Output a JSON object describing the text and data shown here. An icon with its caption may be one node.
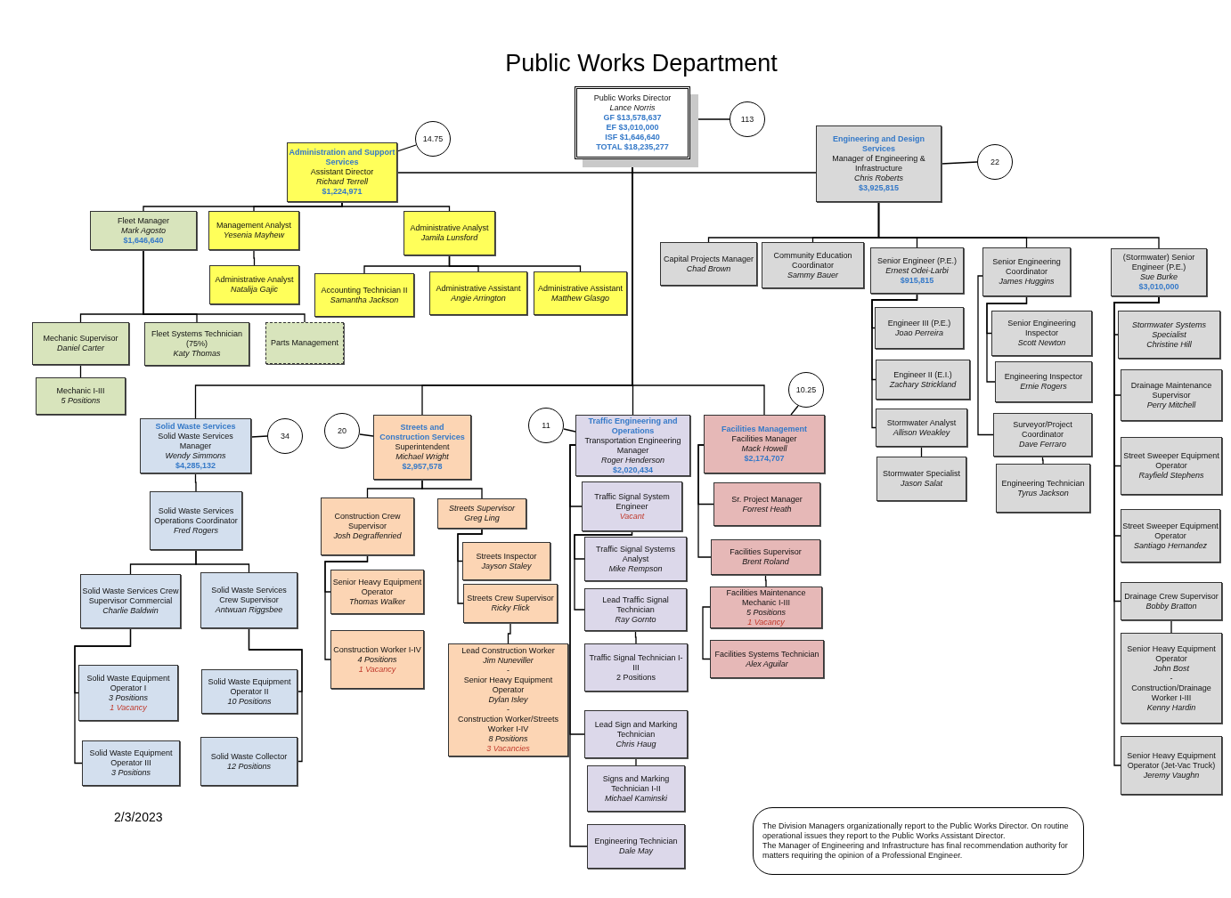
{
  "diagram": {
    "title": "Public Works Department",
    "nodes": [
      {
        "text": [
          "Public Works Director",
          "Lance Norris",
          "GF $13,578,637",
          "EF $3,010,000",
          "ISF $1,646,640",
          "TOTAL $18,235,277"
        ]
      },
      {
        "text": [
          "113"
        ]
      },
      {
        "text": [
          "Administration and Support Services",
          "Assistant Director",
          "Richard Terrell",
          "$1,224,971"
        ]
      },
      {
        "text": [
          "14.75"
        ]
      },
      {
        "text": [
          "Engineering and Design Services",
          "Manager of Engineering & Infrastructure",
          "Chris Roberts",
          "$3,925,815"
        ]
      },
      {
        "text": [
          "22"
        ]
      },
      {
        "text": [
          "Fleet Manager",
          "Mark Agosto",
          "$1,646,640"
        ]
      },
      {
        "text": [
          "Management Analyst",
          "Yesenia Mayhew"
        ]
      },
      {
        "text": [
          "Administrative Analyst",
          "Jamila Lunsford"
        ]
      },
      {
        "text": [
          "Administrative Analyst",
          "Natalija Gajic"
        ]
      },
      {
        "text": [
          "Accounting Technician II",
          "Samantha Jackson"
        ]
      },
      {
        "text": [
          "Administrative Assistant",
          "Angie Arrington"
        ]
      },
      {
        "text": [
          "Administrative Assistant",
          "Matthew Glasgo"
        ]
      },
      {
        "text": [
          "Mechanic Supervisor",
          "Daniel Carter"
        ]
      },
      {
        "text": [
          "Fleet Systems Technician",
          "(75%)",
          "Katy Thomas"
        ]
      },
      {
        "text": [
          "Parts Management"
        ]
      },
      {
        "text": [
          "Mechanic I-III",
          "5 Positions"
        ]
      },
      {
        "text": [
          "Capital Projects Manager",
          "Chad Brown"
        ]
      },
      {
        "text": [
          "Community Education Coordinator",
          "Sammy Bauer"
        ]
      },
      {
        "text": [
          "Senior Engineer (P.E.)",
          "Ernest Odei-Larbi",
          "$915,815"
        ]
      },
      {
        "text": [
          "Senior Engineering Coordinator",
          "James Huggins"
        ]
      },
      {
        "text": [
          "(Stormwater) Senior Engineer (P.E.)",
          "Sue Burke",
          "$3,010,000"
        ]
      },
      {
        "text": [
          "Engineer III (P.E.)",
          "Joao Perreira"
        ]
      },
      {
        "text": [
          "Engineer II (E.I.)",
          "Zachary Strickland"
        ]
      },
      {
        "text": [
          "Stormwater Analyst",
          "Allison Weakley"
        ]
      },
      {
        "text": [
          "Stormwater Specialist",
          "Jason Salat"
        ]
      },
      {
        "text": [
          "Senior Engineering Inspector",
          "Scott Newton"
        ]
      },
      {
        "text": [
          "Engineering Inspector",
          "Ernie Rogers"
        ]
      },
      {
        "text": [
          "Surveyor/Project Coordinator",
          "Dave Ferraro"
        ]
      },
      {
        "text": [
          "Engineering Technician",
          "Tyrus Jackson"
        ]
      },
      {
        "text": [
          "Stormwater Systems Specialist",
          "Christine Hill"
        ]
      },
      {
        "text": [
          "Drainage Maintenance Supervisor",
          "Perry Mitchell"
        ]
      },
      {
        "text": [
          "Street Sweeper Equipment Operator",
          "Rayfield Stephens"
        ]
      },
      {
        "text": [
          "Street Sweeper Equipment Operator",
          "Santiago Hernandez"
        ]
      },
      {
        "text": [
          "Drainage Crew Supervisor",
          "Bobby Bratton"
        ]
      },
      {
        "text": [
          "Senior Heavy Equipment Operator",
          "John Bost",
          "-",
          "Construction/Drainage Worker I-III",
          "Kenny Hardin"
        ]
      },
      {
        "text": [
          "Senior Heavy Equipment Operator (Jet-Vac Truck)",
          "Jeremy Vaughn"
        ]
      },
      {
        "text": [
          "Solid Waste Services",
          "Solid Waste Services Manager",
          "Wendy Simmons",
          "$4,285,132"
        ]
      },
      {
        "text": [
          "34"
        ]
      },
      {
        "text": [
          "20"
        ]
      },
      {
        "text": [
          "Streets and Construction Services",
          "Superintendent",
          "Michael Wright",
          "$2,957,578"
        ]
      },
      {
        "text": [
          "11"
        ]
      },
      {
        "text": [
          "Traffic Engineering and Operations",
          "Transportation Engineering Manager",
          "Roger Henderson",
          "$2,020,434"
        ]
      },
      {
        "text": [
          "Facilities Management",
          "Facilities Manager",
          "Mack Howell",
          "$2,174,707"
        ]
      },
      {
        "text": [
          "10.25"
        ]
      },
      {
        "text": [
          "Solid Waste Services Operations Coordinator",
          "Fred Rogers"
        ]
      },
      {
        "text": [
          "Solid Waste Services Crew Supervisor Commercial",
          "Charlie Baldwin"
        ]
      },
      {
        "text": [
          "Solid Waste Services Crew Supervisor",
          "Antwuan Riggsbee"
        ]
      },
      {
        "text": [
          "Solid Waste Equipment Operator I",
          "3 Positions",
          "1 Vacancy"
        ]
      },
      {
        "text": [
          "Solid Waste Equipment Operator III",
          "3 Positions"
        ]
      },
      {
        "text": [
          "Solid Waste Equipment Operator II",
          "10 Positions"
        ]
      },
      {
        "text": [
          "Solid Waste Collector",
          "12 Positions"
        ]
      },
      {
        "text": [
          "Construction Crew Supervisor",
          "Josh Degraffenried"
        ]
      },
      {
        "text": [
          "Streets Supervisor",
          "Greg Ling"
        ]
      },
      {
        "text": [
          "Streets Inspector",
          "Jayson Staley"
        ]
      },
      {
        "text": [
          "Streets Crew Supervisor",
          "Ricky Flick"
        ]
      },
      {
        "text": [
          "Senior Heavy Equipment Operator",
          "Thomas Walker"
        ]
      },
      {
        "text": [
          "Construction Worker I-IV",
          "4 Positions",
          "1 Vacancy"
        ]
      },
      {
        "text": [
          "Lead Construction Worker",
          "Jim Nuneviller",
          "-",
          "Senior Heavy Equipment Operator",
          "Dylan Isley",
          "-",
          "Construction Worker/Streets Worker I-IV",
          "8 Positions",
          "3 Vacancies"
        ]
      },
      {
        "text": [
          "Traffic Signal System Engineer",
          "Vacant"
        ]
      },
      {
        "text": [
          "Traffic Signal Systems Analyst",
          "Mike Rempson"
        ]
      },
      {
        "text": [
          "Lead Traffic Signal Technician",
          "Ray Gornto"
        ]
      },
      {
        "text": [
          "Traffic Signal Technician I-III",
          "2 Positions"
        ]
      },
      {
        "text": [
          "Lead Sign and Marking Technician",
          "Chris Haug"
        ]
      },
      {
        "text": [
          "Signs and Marking Technician I-II",
          "Michael Kaminski"
        ]
      },
      {
        "text": [
          "Engineering Technician",
          "Dale May"
        ]
      },
      {
        "text": [
          "Sr. Project Manager",
          "Forrest Heath"
        ]
      },
      {
        "text": [
          "Facilities Supervisor",
          "Brent Roland"
        ]
      },
      {
        "text": [
          "Facilities Maintenance Mechanic I-III",
          "5 Positions",
          "1 Vacancy"
        ]
      },
      {
        "text": [
          "Facilities Systems Technician",
          "Alex Aguilar"
        ]
      },
      {
        "text": [
          "The Division Managers organizationally report to the Public Works Director. On routine operational issues they report to the Public Works Assistant Director.",
          "The Manager of Engineering and Infrastructure has final recommendation authority for matters requiring the opinion of a Professional Engineer."
        ]
      }
    ],
    "edges": [
      {
        "from": 1,
        "to": 0,
        "arrow": "none"
      },
      {
        "from": 3,
        "to": 2,
        "arrow": "none"
      },
      {
        "from": 5,
        "to": 4,
        "arrow": "none"
      },
      {
        "from": 38,
        "to": 37,
        "arrow": "none"
      },
      {
        "from": 39,
        "to": 40,
        "arrow": "none"
      },
      {
        "from": 41,
        "to": 42,
        "arrow": "none"
      },
      {
        "from": 44,
        "to": 43,
        "arrow": "none"
      },
      {
        "from": 0,
        "to": 2,
        "arrow": "none"
      },
      {
        "from": 0,
        "to": 4,
        "arrow": "none"
      },
      {
        "from": 0,
        "to": 37,
        "arrow": "none"
      },
      {
        "from": 0,
        "to": 40,
        "arrow": "none"
      },
      {
        "from": 0,
        "to": 42,
        "arrow": "none"
      },
      {
        "from": 0,
        "to": 43,
        "arrow": "none"
      },
      {
        "from": 2,
        "to": 6,
        "arrow": "none"
      },
      {
        "from": 2,
        "to": 7,
        "arrow": "none"
      },
      {
        "from": 2,
        "to": 8,
        "arrow": "none"
      },
      {
        "from": 6,
        "to": 13,
        "arrow": "none"
      },
      {
        "from": 6,
        "to": 14,
        "arrow": "none"
      },
      {
        "from": 6,
        "to": 15,
        "arrow": "none"
      },
      {
        "from": 13,
        "to": 16,
        "arrow": "none"
      },
      {
        "from": 7,
        "to": 9,
        "arrow": "none"
      },
      {
        "from": 8,
        "to": 10,
        "arrow": "none"
      },
      {
        "from": 8,
        "to": 11,
        "arrow": "none"
      },
      {
        "from": 8,
        "to": 12,
        "arrow": "none"
      },
      {
        "from": 4,
        "to": 17,
        "arrow": "none"
      },
      {
        "from": 4,
        "to": 18,
        "arrow": "none"
      },
      {
        "from": 4,
        "to": 19,
        "arrow": "none"
      },
      {
        "from": 4,
        "to": 20,
        "arrow": "none"
      },
      {
        "from": 4,
        "to": 21,
        "arrow": "none"
      },
      {
        "from": 19,
        "to": 22,
        "arrow": "none"
      },
      {
        "from": 19,
        "to": 23,
        "arrow": "none"
      },
      {
        "from": 19,
        "to": 24,
        "arrow": "none"
      },
      {
        "from": 24,
        "to": 25,
        "arrow": "none"
      },
      {
        "from": 20,
        "to": 26,
        "arrow": "none"
      },
      {
        "from": 20,
        "to": 27,
        "arrow": "none"
      },
      {
        "from": 20,
        "to": 28,
        "arrow": "none"
      },
      {
        "from": 28,
        "to": 29,
        "arrow": "none"
      },
      {
        "from": 21,
        "to": 30,
        "arrow": "none"
      },
      {
        "from": 21,
        "to": 31,
        "arrow": "none"
      },
      {
        "from": 21,
        "to": 32,
        "arrow": "none"
      },
      {
        "from": 21,
        "to": 33,
        "arrow": "none"
      },
      {
        "from": 21,
        "to": 34,
        "arrow": "none"
      },
      {
        "from": 34,
        "to": 35,
        "arrow": "none"
      },
      {
        "from": 21,
        "to": 36,
        "arrow": "none"
      },
      {
        "from": 37,
        "to": 45,
        "arrow": "none"
      },
      {
        "from": 45,
        "to": 46,
        "arrow": "none"
      },
      {
        "from": 45,
        "to": 47,
        "arrow": "none"
      },
      {
        "from": 46,
        "to": 48,
        "arrow": "none"
      },
      {
        "from": 46,
        "to": 49,
        "arrow": "none"
      },
      {
        "from": 47,
        "to": 50,
        "arrow": "none"
      },
      {
        "from": 47,
        "to": 51,
        "arrow": "none"
      },
      {
        "from": 40,
        "to": 52,
        "arrow": "none"
      },
      {
        "from": 40,
        "to": 53,
        "arrow": "none"
      },
      {
        "from": 52,
        "to": 56,
        "arrow": "none"
      },
      {
        "from": 52,
        "to": 57,
        "arrow": "none"
      },
      {
        "from": 53,
        "to": 54,
        "arrow": "none"
      },
      {
        "from": 53,
        "to": 55,
        "arrow": "none"
      },
      {
        "from": 55,
        "to": 58,
        "arrow": "none"
      },
      {
        "from": 42,
        "to": 59,
        "arrow": "none"
      },
      {
        "from": 59,
        "to": 60,
        "arrow": "none"
      },
      {
        "from": 59,
        "to": 61,
        "arrow": "none"
      },
      {
        "from": 61,
        "to": 62,
        "arrow": "none"
      },
      {
        "from": 42,
        "to": 63,
        "arrow": "none"
      },
      {
        "from": 63,
        "to": 64,
        "arrow": "none"
      },
      {
        "from": 42,
        "to": 65,
        "arrow": "none"
      },
      {
        "from": 43,
        "to": 66,
        "arrow": "none"
      },
      {
        "from": 43,
        "to": 67,
        "arrow": "none"
      },
      {
        "from": 67,
        "to": 68,
        "arrow": "none"
      },
      {
        "from": 68,
        "to": 69,
        "arrow": "none"
      }
    ],
    "labels": [
      "2/3/2023"
    ]
  }
}
